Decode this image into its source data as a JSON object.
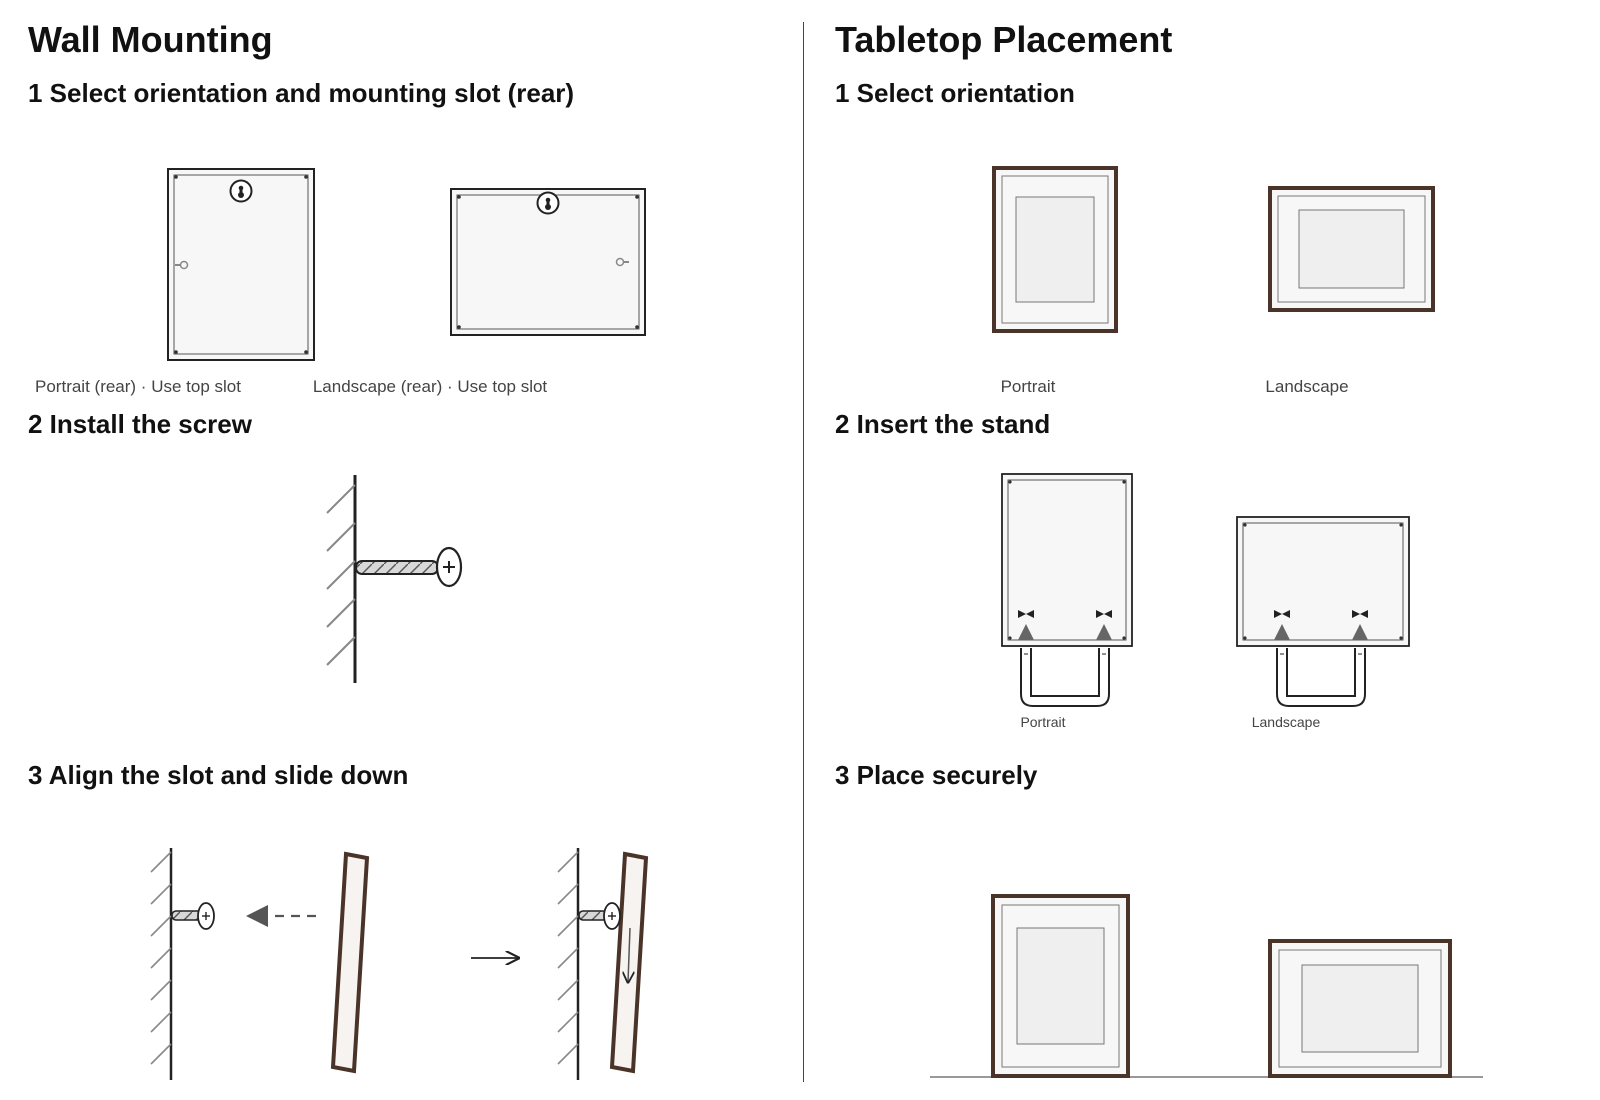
{
  "wall": {
    "title": "Wall Mounting",
    "step1": "1 Select orientation and mounting slot (rear)",
    "step1_caption_portrait": "Portrait (rear) · Use top slot",
    "step1_caption_landscape": "Landscape (rear) · Use top slot",
    "step2": "2 Install the screw",
    "step3": "3 Align the slot and slide down"
  },
  "tabletop": {
    "title": "Tabletop Placement",
    "step1": "1 Select orientation",
    "step1_caption_portrait": "Portrait",
    "step1_caption_landscape": "Landscape",
    "step2": "2 Insert the stand",
    "step2_caption_portrait": "Portrait",
    "step2_caption_landscape": "Landscape",
    "step3": "3 Place securely"
  },
  "colors": {
    "frame": "#4a3328",
    "line": "#222222",
    "panel": "#f7f7f7",
    "mat_inner": "#efefef",
    "hatch": "#888888"
  }
}
